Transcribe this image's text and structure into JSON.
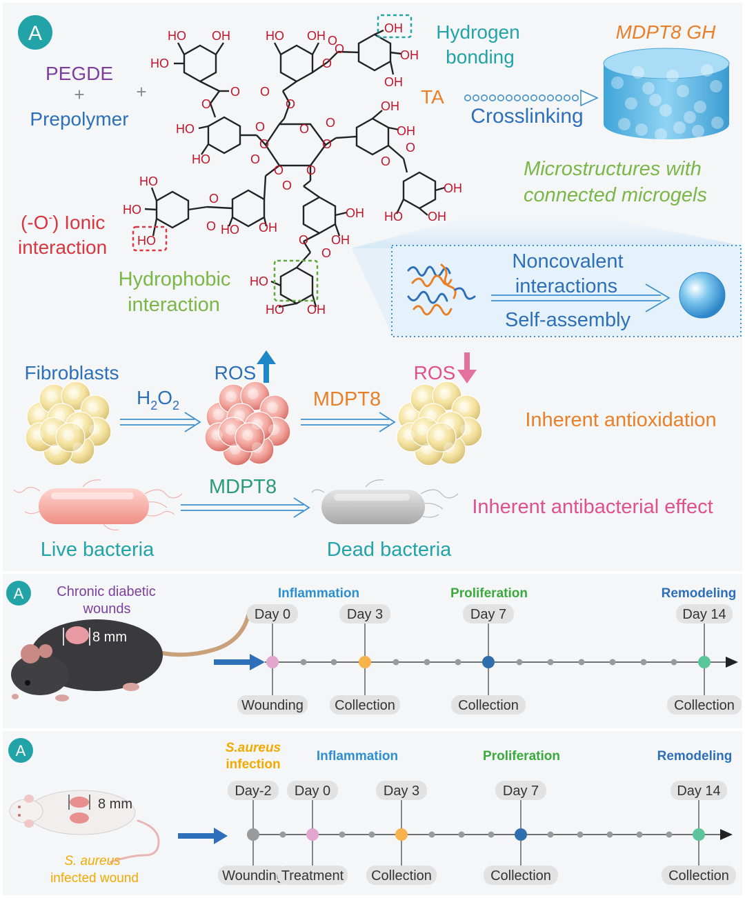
{
  "panel_a": {
    "badge": "A",
    "pegde": "PEGDE",
    "plus": "+",
    "prepolymer": "Prepolymer",
    "tannic_acid": "TA",
    "crosslinking": "Crosslinking",
    "hydrogel_name": "MDPT8 GH",
    "hydrogen_bonding_1": "Hydrogen",
    "hydrogen_bonding_2": "bonding",
    "micro_1": "Microstructures with",
    "micro_2": "connected microgels",
    "ionic_1": "(-O",
    "ionic_sup": "-",
    "ionic_2": ") Ionic",
    "ionic_3": "interaction",
    "hydrophobic_1": "Hydrophobic",
    "hydrophobic_2": "interaction",
    "noncovalent_1": "Noncovalent",
    "noncovalent_2": "interactions",
    "self_assembly": "Self-assembly",
    "fibroblasts": "Fibroblasts",
    "h2o2_h": "H",
    "h2o2_2a": "2",
    "h2o2_o": "O",
    "h2o2_2b": "2",
    "ros_up": "ROS",
    "ros_down": "ROS",
    "mdpt8_a": "MDPT8",
    "antioxidation": "Inherent antioxidation",
    "mdpt8_b": "MDPT8",
    "antibacterial": "Inherent antibacterial effect",
    "live_bacteria": "Live bacteria",
    "dead_bacteria": "Dead bacteria"
  },
  "timeline_1": {
    "badge": "A",
    "model_1": "Chronic diabetic",
    "model_2": "wounds",
    "size": "8 mm",
    "phases": {
      "inflammation": "Inflammation",
      "proliferation": "Proliferation",
      "remodeling": "Remodeling"
    },
    "days": [
      "Day 0",
      "Day 3",
      "Day 7",
      "Day 14"
    ],
    "events": [
      "Wounding",
      "Collection",
      "Collection",
      "Collection"
    ]
  },
  "timeline_2": {
    "badge": "A",
    "infection_1": "S.aureus",
    "infection_2": "infection",
    "size": "8 mm",
    "model_1": "S. aureus",
    "model_2": "infected wound",
    "phases": {
      "inflammation": "Inflammation",
      "proliferation": "Proliferation",
      "remodeling": "Remodeling"
    },
    "days": [
      "Day-2",
      "Day 0",
      "Day 3",
      "Day 7",
      "Day 14"
    ],
    "events": [
      "Wounding",
      "Treatment",
      "Collection",
      "Collection",
      "Collection"
    ]
  },
  "chem_labels": {
    "ho": "HO",
    "oh": "OH",
    "o": "O"
  },
  "colors": {
    "teal": "#22a3a8",
    "blue": "#2d6fb8",
    "purple": "#7b3fa0",
    "orange": "#e8802a",
    "green": "#7ab648",
    "pink": "#e0508c",
    "red": "#d6363f",
    "chem_red": "#c0142a"
  }
}
